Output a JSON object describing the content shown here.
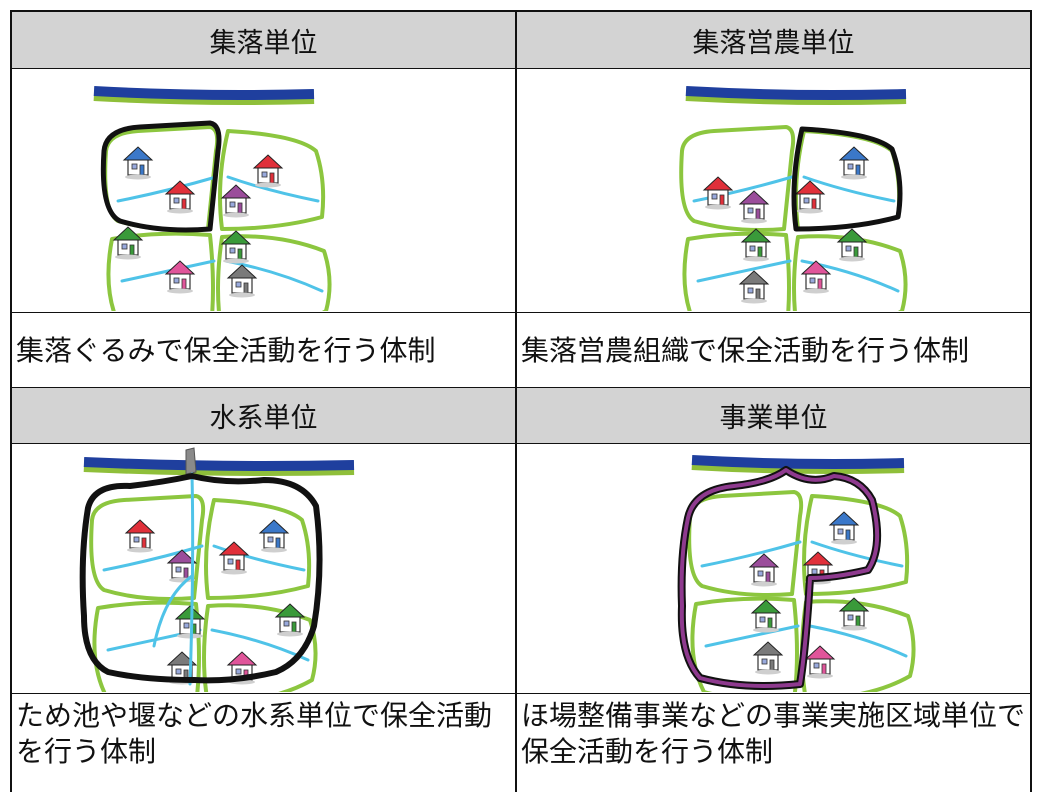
{
  "cells": {
    "settlement": {
      "header": "集落単位",
      "description": "集落ぐるみで保全活動を行う体制"
    },
    "settlement_farming": {
      "header": "集落営農単位",
      "description": "集落営農組織で保全活動を行う体制"
    },
    "water_system": {
      "header": "水系単位",
      "description": "ため池や堰などの水系単位で保全活動を行う体制"
    },
    "project": {
      "header": "事業単位",
      "description": "ほ場整備事業などの事業実施区域単位で保全活動を行う体制"
    }
  },
  "colors": {
    "river": "#1f3f9e",
    "river_edge": "#8fbf3a",
    "field_border": "#8cc63f",
    "channel": "#4fc3e8",
    "boundary": "#111111",
    "project_boundary": "#8e3a8e",
    "house_blue": "#3b78c9",
    "house_red": "#e0303a",
    "house_green": "#3a9a3a",
    "house_pink": "#e0559a",
    "house_purple": "#9b4d9b",
    "house_gray": "#7a7a7a",
    "header_bg": "#d3d3d3"
  }
}
